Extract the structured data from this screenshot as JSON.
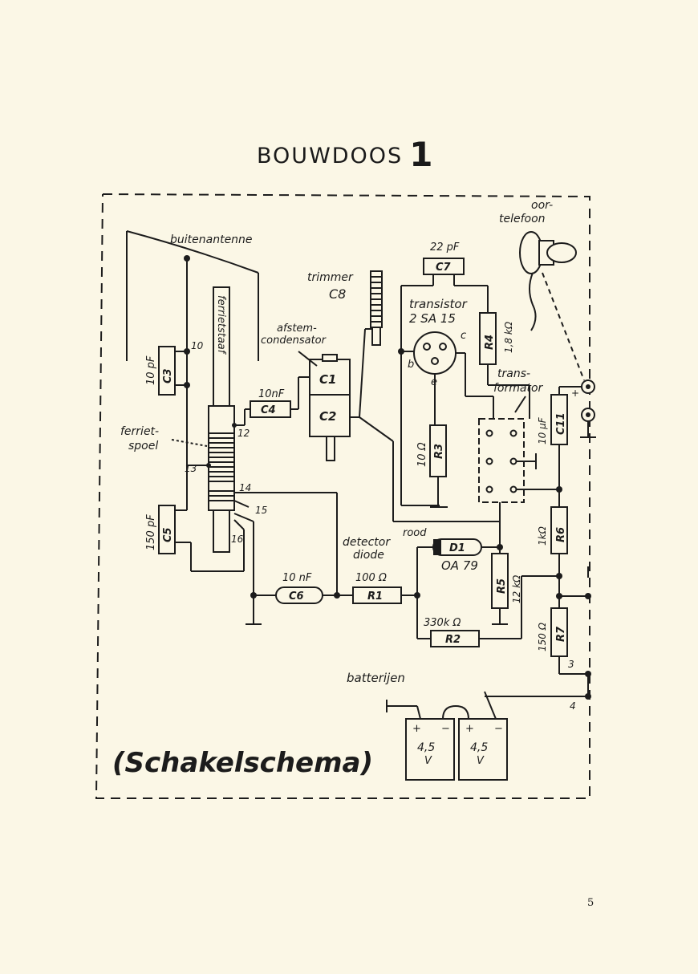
{
  "page": {
    "title_word": "BOUWDOOS",
    "title_number": "1",
    "page_number": "5",
    "caption": "(Schakelschema)"
  },
  "labels": {
    "antenna": "buitenantenne",
    "ferrite_rod": "ferrietstaaf",
    "ferrite_coil_1": "ferriet-",
    "ferrite_coil_2": "spoel",
    "trimmer": "trimmer",
    "trimmer_ref": "C8",
    "tuning_cap_1": "afstem-",
    "tuning_cap_2": "condensator",
    "earphone_1": "oor-",
    "earphone_2": "telefoon",
    "transistor_1": "transistor",
    "transistor_2": "2 SA 15",
    "transformer_1": "trans-",
    "transformer_2": "formator",
    "detector_1": "detector",
    "detector_2": "diode",
    "diode_color": "rood",
    "batteries": "batterijen"
  },
  "components": {
    "c3": {
      "ref": "C3",
      "value": "10 pF"
    },
    "c4": {
      "ref": "C4",
      "value": "10nF"
    },
    "c5": {
      "ref": "C5",
      "value": "150 pF"
    },
    "c6": {
      "ref": "C6",
      "value": "10 nF"
    },
    "c7": {
      "ref": "C7",
      "value": "22 pF"
    },
    "c11": {
      "ref": "C11",
      "value": "10 μF"
    },
    "c1": {
      "ref": "C1"
    },
    "c2": {
      "ref": "C2"
    },
    "r1": {
      "ref": "R1",
      "value": "100 Ω"
    },
    "r2": {
      "ref": "R2",
      "value": "330k Ω"
    },
    "r3": {
      "ref": "R3",
      "value": "10 Ω"
    },
    "r4": {
      "ref": "R4",
      "value": "1,8 kΩ"
    },
    "r5": {
      "ref": "R5",
      "value": "12 kΩ"
    },
    "r6": {
      "ref": "R6",
      "value": "1kΩ"
    },
    "r7": {
      "ref": "R7",
      "value": "150 Ω"
    },
    "d1": {
      "ref": "D1",
      "value": "OA 79"
    }
  },
  "transistor_pins": {
    "b": "b",
    "c": "c",
    "e": "e"
  },
  "terminals": {
    "t3": "3",
    "t4": "4",
    "t10": "10",
    "t12": "12",
    "t13": "13",
    "t14": "14",
    "t15": "15",
    "t16": "16"
  },
  "battery": {
    "plus": "+",
    "minus": "−",
    "voltage": "4,5",
    "unit": "V"
  },
  "c11_plus": "+"
}
